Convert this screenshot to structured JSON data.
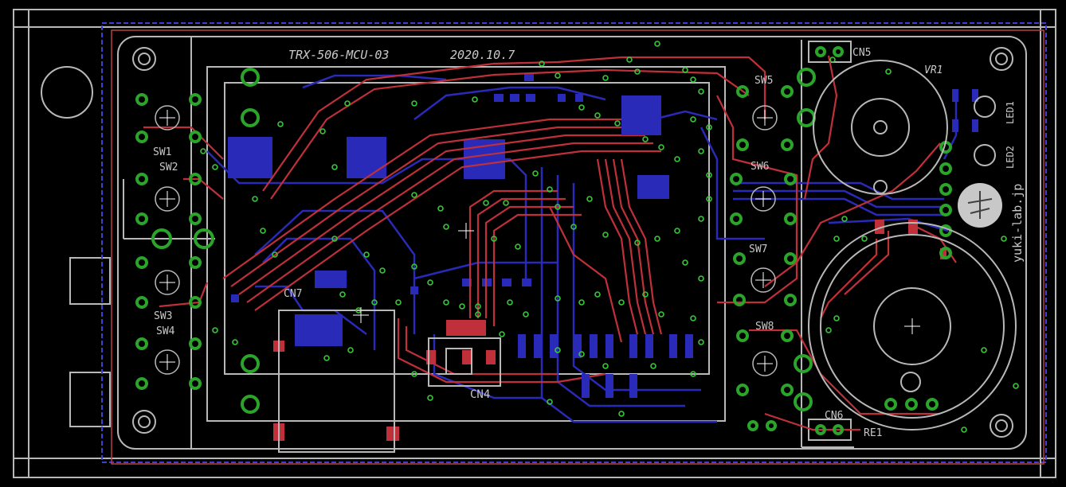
{
  "board": {
    "name": "TRX-506-MCU-03",
    "date": "2020.10.7",
    "url_mark": "yuki-lab.jp"
  },
  "colors": {
    "background": "#000000",
    "outline": "#b8b8b8",
    "top_copper": "#c0303a",
    "bottom_copper": "#2a2ab8",
    "via": "#37c837",
    "pad_ring": "#2aa52a"
  },
  "switches": [
    {
      "ref": "SW1"
    },
    {
      "ref": "SW2"
    },
    {
      "ref": "SW3"
    },
    {
      "ref": "SW4"
    },
    {
      "ref": "SW5"
    },
    {
      "ref": "SW6"
    },
    {
      "ref": "SW7"
    },
    {
      "ref": "SW8"
    }
  ],
  "connectors": {
    "cn4": "CN4",
    "cn5": "CN5",
    "cn6": "CN6",
    "cn7": "CN7"
  },
  "others": {
    "vr1": "VR1",
    "re1": "RE1",
    "led1": "LED1",
    "led2": "LED2"
  }
}
